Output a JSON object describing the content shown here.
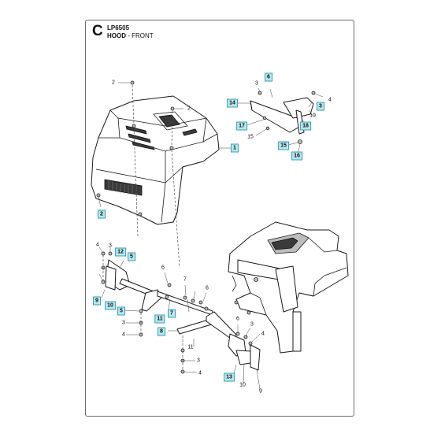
{
  "header": {
    "section": "C",
    "model": "LP6505",
    "title_bold": "HOOD",
    "title_rest": " - FRONT"
  },
  "labels": [
    {
      "id": "2",
      "text": "2",
      "highlight": false
    },
    {
      "id": "2",
      "text": "2",
      "highlight": false
    },
    {
      "id": "2",
      "text": "2",
      "highlight": true
    },
    {
      "id": "1",
      "text": "1",
      "highlight": true
    },
    {
      "id": "3",
      "text": "3",
      "highlight": false
    },
    {
      "id": "6",
      "text": "6",
      "highlight": true
    },
    {
      "id": "14",
      "text": "14",
      "highlight": true
    },
    {
      "id": "17",
      "text": "17",
      "highlight": true
    },
    {
      "id": "15",
      "text": "15",
      "highlight": false
    },
    {
      "id": "15",
      "text": "15",
      "highlight": true
    },
    {
      "id": "16",
      "text": "16",
      "highlight": true
    },
    {
      "id": "18",
      "text": "18",
      "highlight": true
    },
    {
      "id": "19",
      "text": "19",
      "highlight": false
    },
    {
      "id": "3",
      "text": "3",
      "highlight": true
    },
    {
      "id": "4",
      "text": "4",
      "highlight": false
    },
    {
      "id": "4",
      "text": "4",
      "highlight": false
    },
    {
      "id": "3",
      "text": "3",
      "highlight": false
    },
    {
      "id": "12",
      "text": "12",
      "highlight": true
    },
    {
      "id": "5",
      "text": "5",
      "highlight": true
    },
    {
      "id": "9",
      "text": "9",
      "highlight": true
    },
    {
      "id": "10",
      "text": "10",
      "highlight": true
    },
    {
      "id": "5",
      "text": "5",
      "highlight": true
    },
    {
      "id": "3",
      "text": "3",
      "highlight": false
    },
    {
      "id": "4",
      "text": "4",
      "highlight": false
    },
    {
      "id": "6",
      "text": "6",
      "highlight": false
    },
    {
      "id": "7",
      "text": "7",
      "highlight": false
    },
    {
      "id": "6",
      "text": "6",
      "highlight": false
    },
    {
      "id": "11",
      "text": "11",
      "highlight": true
    },
    {
      "id": "7",
      "text": "7",
      "highlight": true
    },
    {
      "id": "8",
      "text": "8",
      "highlight": true
    },
    {
      "id": "11",
      "text": "11",
      "highlight": false
    },
    {
      "id": "6",
      "text": "6",
      "highlight": false
    },
    {
      "id": "3",
      "text": "3",
      "highlight": false
    },
    {
      "id": "4",
      "text": "4",
      "highlight": false
    },
    {
      "id": "3",
      "text": "3",
      "highlight": false
    },
    {
      "id": "4",
      "text": "4",
      "highlight": false
    },
    {
      "id": "13",
      "text": "13",
      "highlight": true
    },
    {
      "id": "10",
      "text": "10",
      "highlight": false
    },
    {
      "id": "9",
      "text": "9",
      "highlight": false
    }
  ],
  "colors": {
    "tag_fill": "#b9e7ef",
    "tag_border": "#3aa0b3",
    "line": "#1a1a1a"
  }
}
